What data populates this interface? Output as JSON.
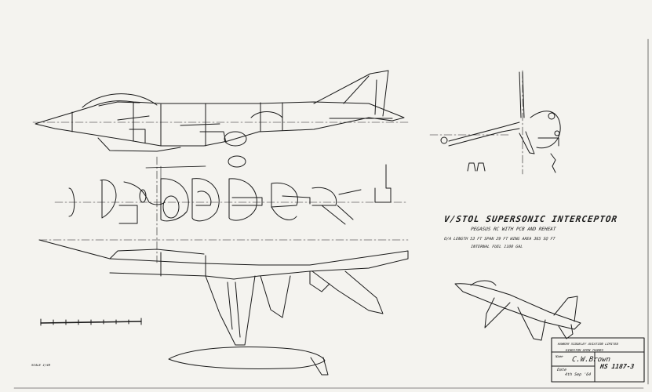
{
  "sheet": {
    "title": "V/STOL SUPERSONIC INTERCEPTOR",
    "subtitle": "PEGASUS RC WITH PCB AND REHEAT",
    "data_line_1": "O/A LENGTH 53 FT   SPAN 29 FT   WING AREA 365 SQ FT",
    "data_line_2": "INTERNAL FUEL 1100 GAL",
    "scale_note": "SCALE 1/48",
    "title_block": {
      "line_1": "HAWKER SIDDELEY AVIATION LIMITED",
      "line_2": "KINGSTON UPON THAMES",
      "name_label": "Name",
      "name_value": "C.W.Brown",
      "date_label": "Date",
      "date_value": "4th Sep '64",
      "drawing_no": "HS 1187-3"
    },
    "colors": {
      "paper": "#f4f3ef",
      "ink": "#1a1a1a"
    }
  }
}
